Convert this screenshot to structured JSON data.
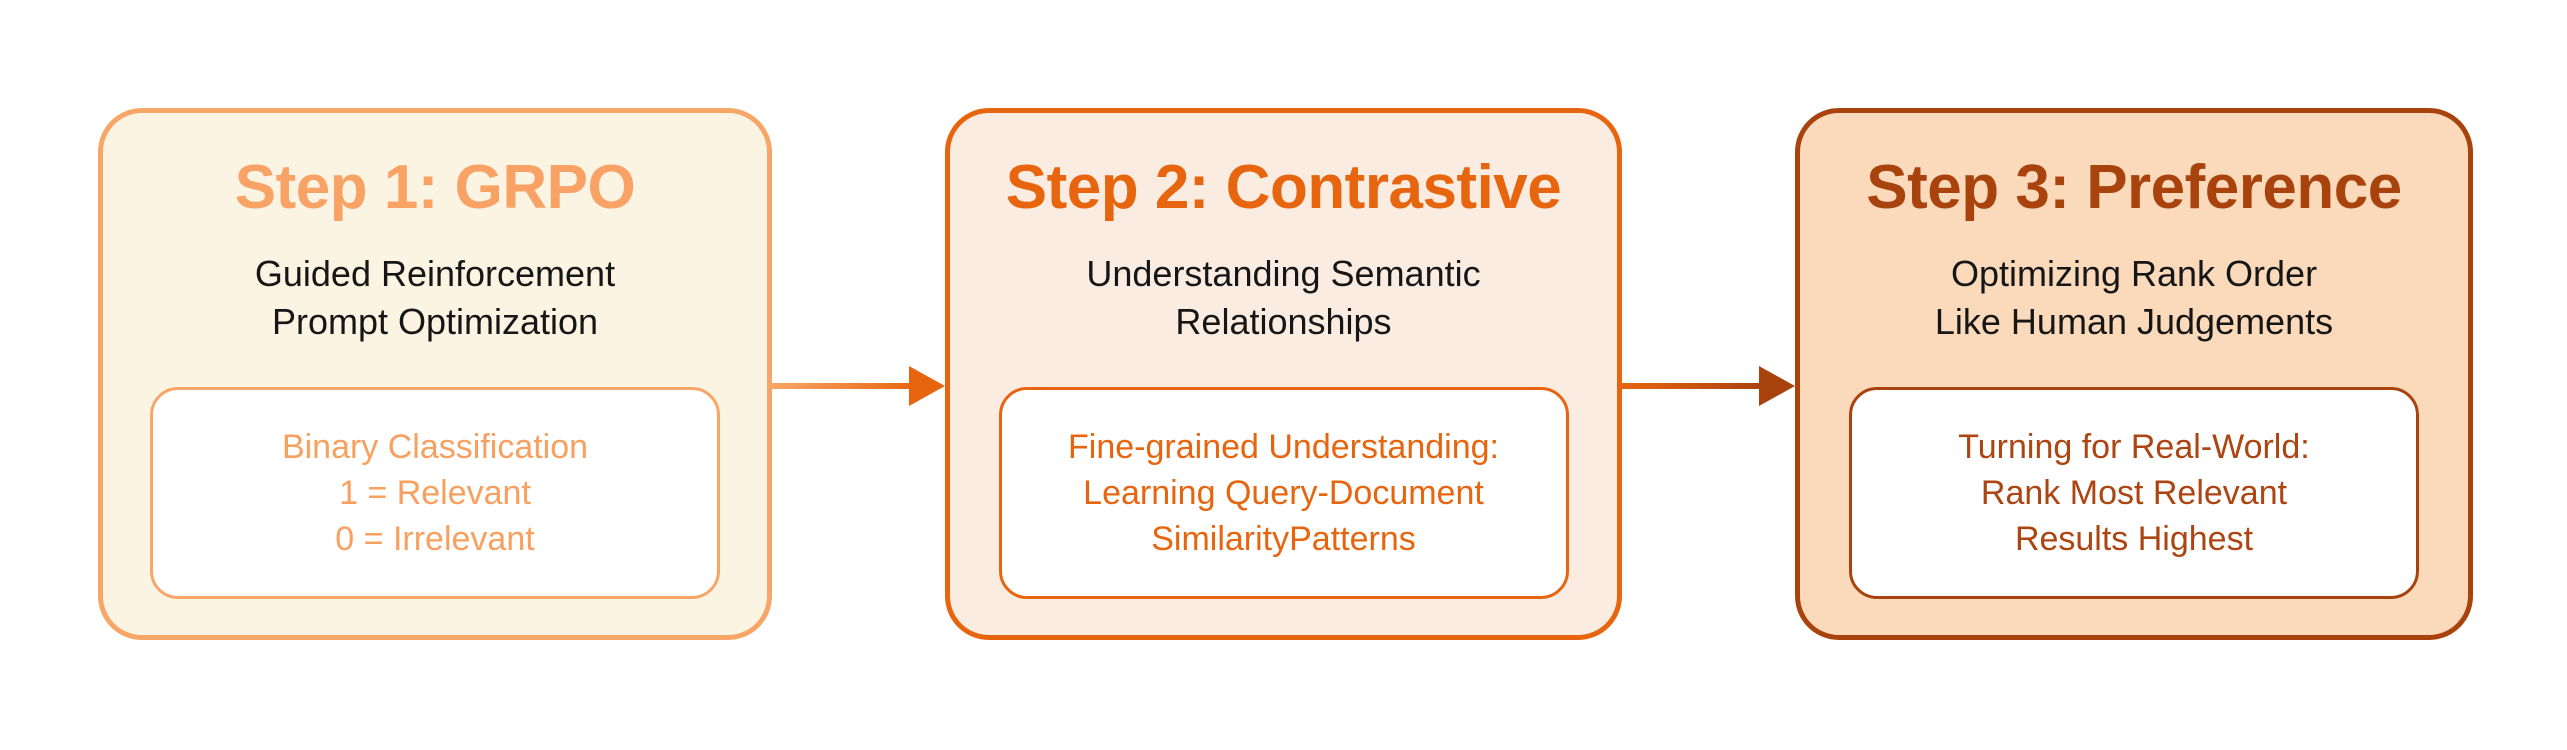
{
  "diagram": {
    "title": "Three-step training flow",
    "background_color": "#ffffff",
    "subtitle_text_color": "#161616",
    "steps": [
      {
        "id": "step-1",
        "title": "Step 1: GRPO",
        "subtitle_lines": [
          "Guided Reinforcement",
          "Prompt Optimization"
        ],
        "detail_lines": [
          "Binary Classification",
          "1 = Relevant",
          "0 = Irrelevant"
        ],
        "colors": {
          "border": "#f8a667",
          "background": "#fcf4e3",
          "title": "#f8a265",
          "detail_text": "#f7a05f"
        }
      },
      {
        "id": "step-2",
        "title": "Step 2: Contrastive",
        "subtitle_lines": [
          "Understanding Semantic",
          "Relationships"
        ],
        "detail_lines": [
          "Fine-grained Understanding:",
          "Learning Query-Document",
          "SimilarityPatterns"
        ],
        "colors": {
          "border": "#e8650f",
          "background": "#faece1",
          "title": "#e8650f",
          "detail_text": "#e8650f"
        }
      },
      {
        "id": "step-3",
        "title": "Step 3: Preference",
        "subtitle_lines": [
          "Optimizing Rank Order",
          "Like Human Judgements"
        ],
        "detail_lines": [
          "Turning for Real-World:",
          "Rank Most Relevant",
          "Results Highest"
        ],
        "colors": {
          "border": "#a8430e",
          "background": "#fbdabb",
          "title": "#a8430e",
          "detail_text": "#ac4511"
        }
      }
    ],
    "arrows": [
      {
        "from": "step-1",
        "to": "step-2",
        "color_start": "#f8a667",
        "color_end": "#e8650f"
      },
      {
        "from": "step-2",
        "to": "step-3",
        "color_start": "#e8650f",
        "color_end": "#a8430e"
      }
    ]
  }
}
